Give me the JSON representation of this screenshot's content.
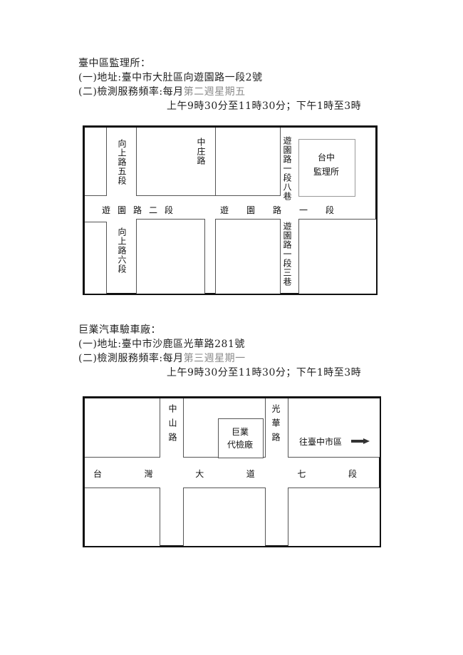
{
  "sections": [
    {
      "title": "臺中區監理所：",
      "address": "(一)地址:臺中市大肚區向遊園路一段2號",
      "frequency_label": "(二)檢測服務頻率:每月",
      "frequency_day": "第二週星期五",
      "hours": "上午9時30分至11時30分；下午1時至3時"
    },
    {
      "title": "巨業汽車驗車廠：",
      "address": "(一)地址:臺中市沙鹿區光華路281號",
      "frequency_label": "(二)檢測服務頻率:每月",
      "frequency_day": "第三週星期一",
      "hours": "上午9時30分至11時30分；下午1時至3時"
    }
  ],
  "map1": {
    "xiangshang_5": "向上路五段",
    "xiangshang_6": "向上路六段",
    "zhongzhuang": "中庄路",
    "youyuan_8": "遊園路一段八巷",
    "youyuan_3": "遊園路一段三巷",
    "youyuan_2": [
      "遊",
      "園",
      "路",
      "二",
      "段"
    ],
    "youyuan_1": [
      "遊",
      "園",
      "路",
      "一",
      "段"
    ],
    "office": [
      "台中",
      "監理所"
    ]
  },
  "map2": {
    "zhongshan": "中山路",
    "guanghua": "光華路",
    "juye": [
      "巨業",
      "代檢廠"
    ],
    "toward": "往臺中市區",
    "taiwan_ave": [
      "台",
      "灣",
      "大",
      "道",
      "七",
      "段"
    ]
  },
  "colors": {
    "ink": "#222222",
    "border": "#111111",
    "faded_text": "#8a8a8a"
  }
}
